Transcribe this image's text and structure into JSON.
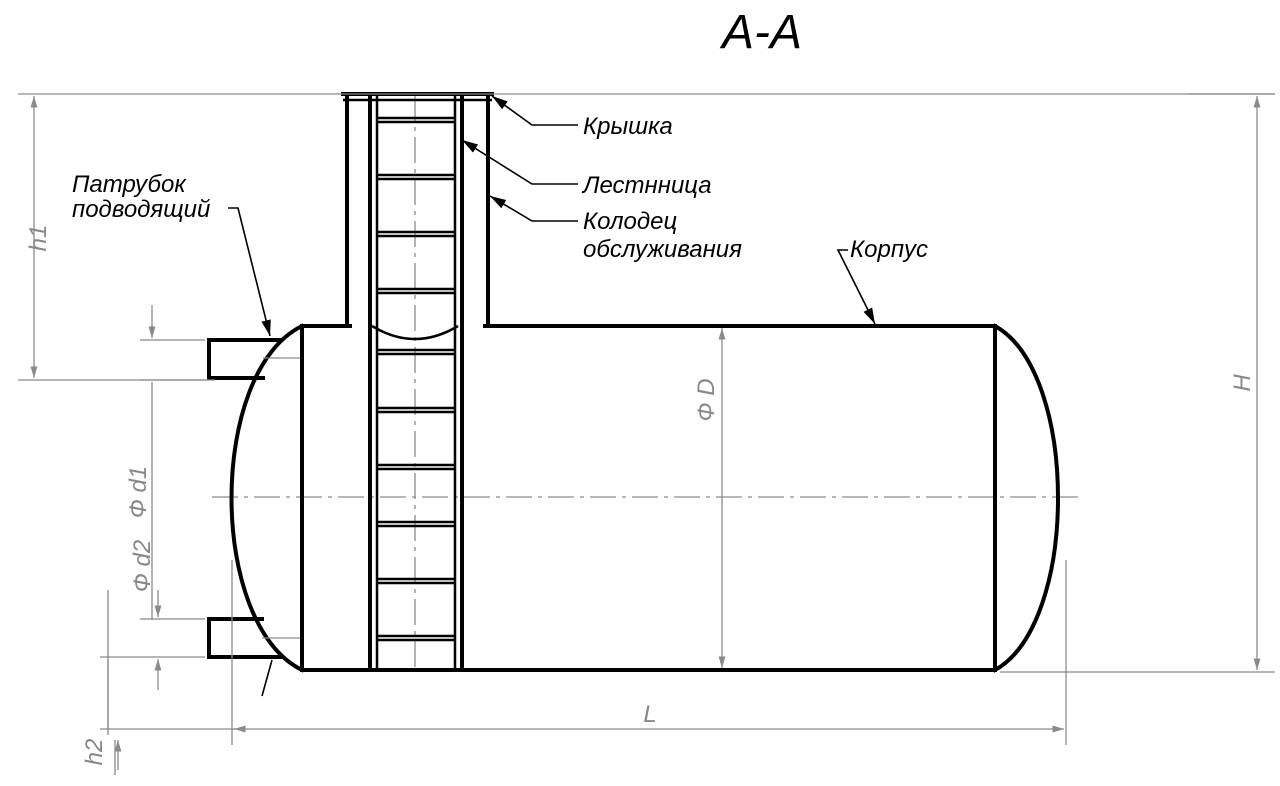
{
  "section_title": "А-А",
  "labels": {
    "cover": "Крышка",
    "ladder": "Лестнница",
    "well_line1": "Колодец",
    "well_line2": "обслуживания",
    "body": "Корпус",
    "pipe_line1": "Патрубок",
    "pipe_line2": "подводящий"
  },
  "dimensions": {
    "h1": "h1",
    "h2": "h2",
    "H": "H",
    "L": "L",
    "D": "Ф D",
    "d1": "Ф d1",
    "d2": "Ф d2"
  }
}
